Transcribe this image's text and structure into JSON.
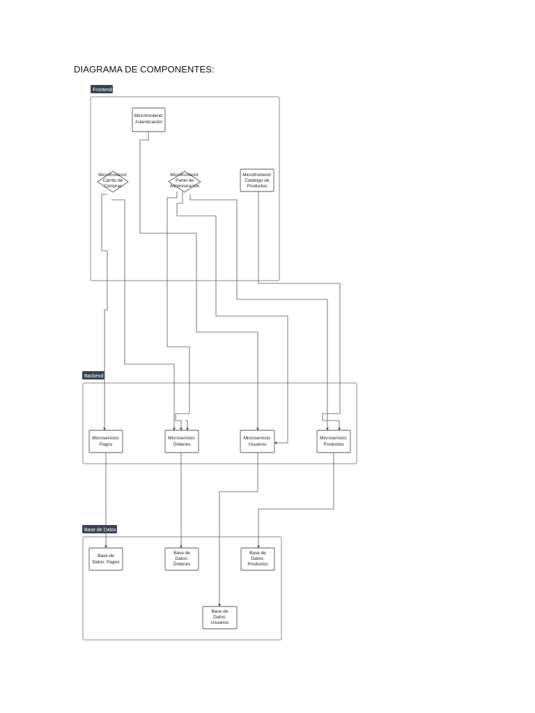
{
  "title": "DIAGRAMA DE COMPONENTES:",
  "groups": {
    "frontend": "Frontend",
    "backend": "Backend",
    "database": "Base de Datos"
  },
  "nodes": {
    "mf_auth": [
      "Microfrontend:",
      "Autenticación"
    ],
    "mf_cart": [
      "Microfrontend:",
      "Carrito de",
      "Compras"
    ],
    "mf_admin": [
      "Microfrontend:",
      "Panel de",
      "Administración"
    ],
    "mf_catalog": [
      "Microfrontend:",
      "Catálogo de",
      "Productos"
    ],
    "ms_pagos": [
      "Microservicio:",
      "Pagos"
    ],
    "ms_ordenes": [
      "Microservicio:",
      "Órdenes"
    ],
    "ms_usuarios": [
      "Microservicio:",
      "Usuarios"
    ],
    "ms_productos": [
      "Microservicio:",
      "Productos"
    ],
    "db_pagos": [
      "Base de",
      "Datos: Pagos"
    ],
    "db_ordenes": [
      "Base de",
      "Datos:",
      "Órdenes"
    ],
    "db_productos": [
      "Base de",
      "Datos:",
      "Productos"
    ],
    "db_usuarios": [
      "Base de",
      "Datos:",
      "Usuarios"
    ]
  },
  "edges": [
    {
      "from": "mf_cart",
      "to": "ms_pagos"
    },
    {
      "from": "mf_cart",
      "to": "ms_ordenes"
    },
    {
      "from": "mf_auth",
      "to": "ms_usuarios"
    },
    {
      "from": "mf_admin",
      "to": "ms_ordenes"
    },
    {
      "from": "mf_admin",
      "to": "ms_usuarios"
    },
    {
      "from": "mf_admin",
      "to": "ms_productos"
    },
    {
      "from": "mf_catalog",
      "to": "ms_productos"
    },
    {
      "from": "ms_pagos",
      "to": "db_pagos"
    },
    {
      "from": "ms_ordenes",
      "to": "db_ordenes"
    },
    {
      "from": "ms_usuarios",
      "to": "db_usuarios"
    },
    {
      "from": "ms_productos",
      "to": "db_productos"
    }
  ],
  "colors": {
    "group_tag": "#3a4350",
    "line": "#555555",
    "border": "#8a8a8a"
  }
}
